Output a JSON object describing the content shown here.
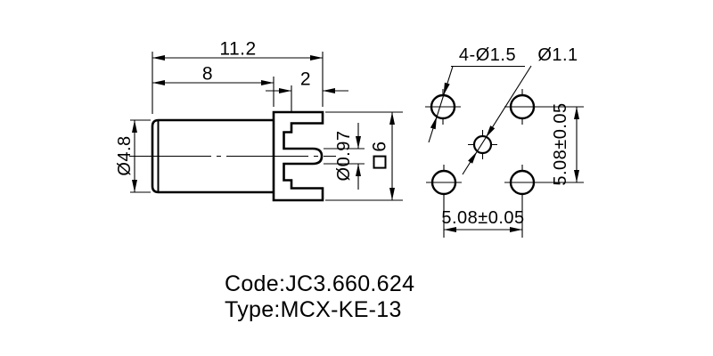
{
  "side_view": {
    "dim_overall": "11.2",
    "dim_body": "8",
    "dim_tail": "2",
    "dim_body_dia": "Ø4.8",
    "dim_pin_dia": "Ø0.97",
    "dim_flange_square": "6"
  },
  "footprint_view": {
    "corner_holes_label": "4-Ø1.5",
    "center_hole_label": "Ø1.1",
    "vertical_pitch": "5.08±0.05",
    "horizontal_pitch": "5.08±0.05"
  },
  "title_block": {
    "code": "Code:JC3.660.624",
    "type": "Type:MCX-KE-13"
  },
  "colors": {
    "line": "#000000",
    "background": "#ffffff"
  }
}
